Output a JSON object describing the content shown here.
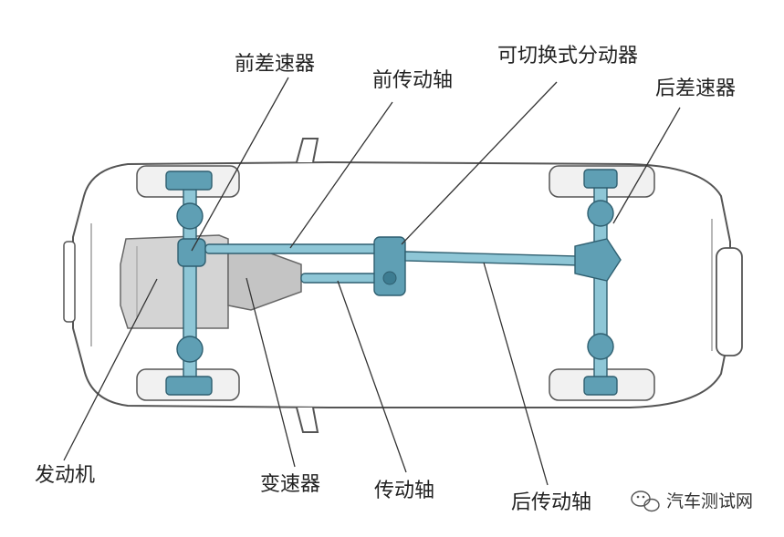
{
  "labels": {
    "front_diff": "前差速器",
    "front_shaft": "前传动轴",
    "transfer_case": "可切换式分动器",
    "rear_diff": "后差速器",
    "engine": "发动机",
    "gearbox": "变速器",
    "drive_shaft": "传动轴",
    "rear_shaft": "后传动轴"
  },
  "watermark": {
    "text": "汽车测试网",
    "icon": "wechat-icon"
  },
  "colors": {
    "drivetrain": "#8ec6d6",
    "drivetrain_dark": "#5f9fb4",
    "outline": "#555555",
    "label": "#222222"
  }
}
